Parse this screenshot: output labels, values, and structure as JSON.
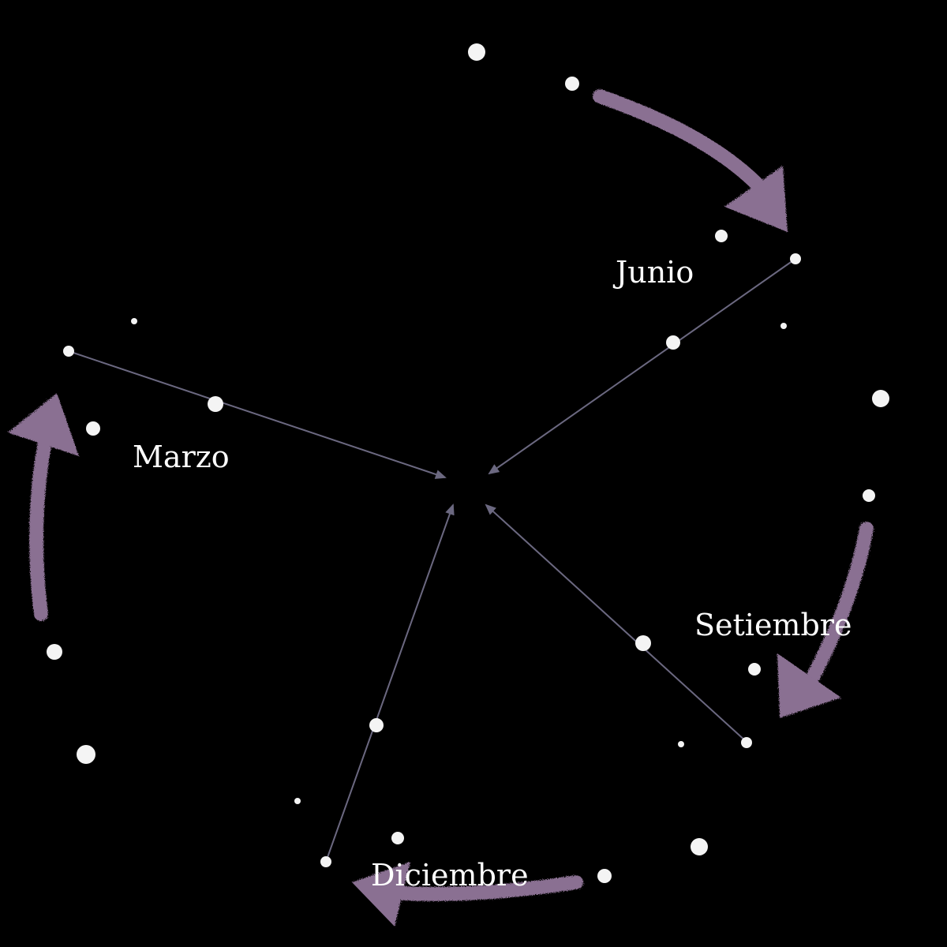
{
  "labels": {
    "june": "Junio",
    "march": "Marzo",
    "september": "Setiembre",
    "december": "Diciembre"
  },
  "colors": {
    "background": "#000000",
    "star": "#f4f4f4",
    "radial_line": "#6b6880",
    "season_arrow": "#8a6f92"
  }
}
